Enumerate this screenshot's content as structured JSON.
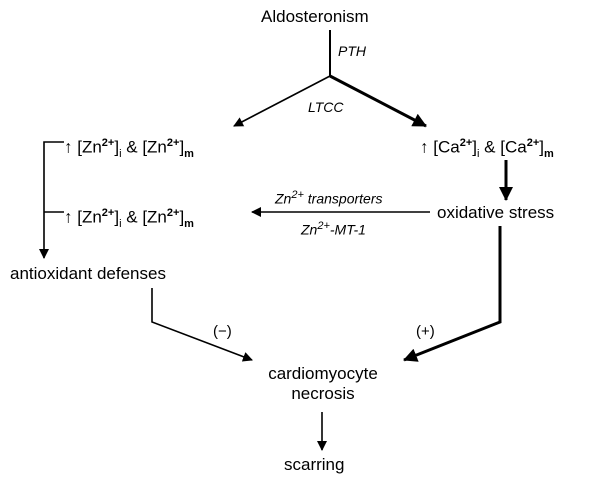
{
  "nodes": {
    "aldosteronism": "Aldosteronism",
    "zinc_top": {
      "arrow": "↑",
      "bracket_open": "[Zn",
      "charge": "2+",
      "close_i": "]",
      "sub_i": "i",
      "amp": " & ",
      "bracket_open2": "[Zn",
      "charge2": "2+",
      "close_m": "]",
      "sub_m": "m"
    },
    "calcium": {
      "arrow": "↑",
      "bracket_open": "[Ca",
      "charge": "2+",
      "close_i": "]",
      "sub_i": "i",
      "amp": " & ",
      "bracket_open2": "[Ca",
      "charge2": "2+",
      "close_m": "]",
      "sub_m": "m"
    },
    "zinc_mid": {
      "arrow": "↑",
      "bracket_open": "[Zn",
      "charge": "2+",
      "close_i": "]",
      "sub_i": "i",
      "amp": " & ",
      "bracket_open2": "[Zn",
      "charge2": "2+",
      "close_m": "]",
      "sub_m": "m"
    },
    "oxidative_stress": "oxidative stress",
    "antioxidant_defenses": "antioxidant defenses",
    "necrosis_line1": "cardiomyocyte",
    "necrosis_line2": "necrosis",
    "scarring": "scarring"
  },
  "edge_labels": {
    "pth": "PTH",
    "ltcc": "LTCC",
    "zn_transporters_prefix": "Zn",
    "zn_transporters_charge": "2+",
    "zn_transporters_suffix": " transporters",
    "mt1_prefix": "Zn",
    "mt1_charge": "2+",
    "mt1_suffix": "-MT-1",
    "minus": "(−)",
    "plus": "(+)"
  }
}
